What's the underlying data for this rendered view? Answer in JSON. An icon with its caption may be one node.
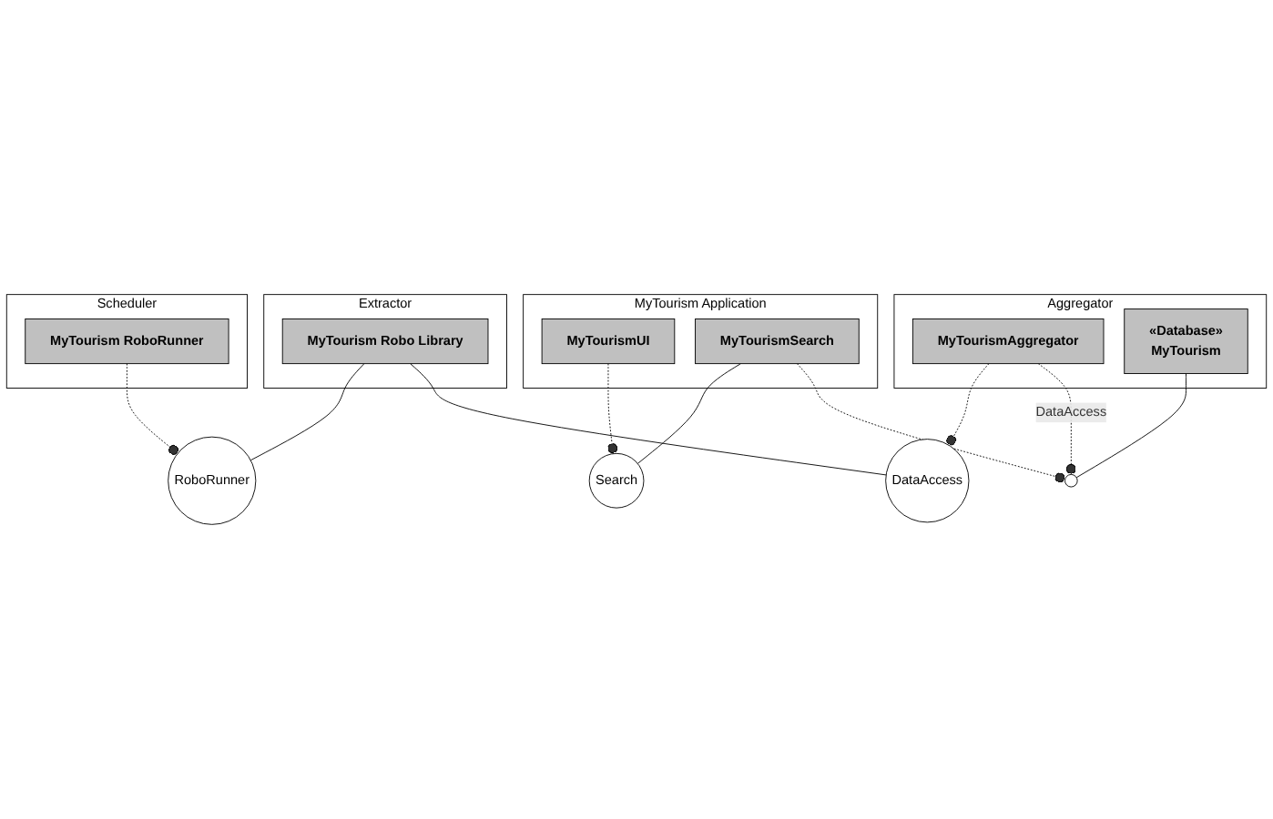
{
  "diagram": {
    "nodes": [
      {
        "text": [
          "Scheduler"
        ]
      },
      {
        "text": [
          "MyTourism RoboRunner"
        ],
        "in": 0
      },
      {
        "text": [
          "MyTourism Application"
        ]
      },
      {
        "text": [
          "MyTourismUI"
        ],
        "in": 2
      },
      {
        "text": [
          "MyTourismSearch"
        ],
        "in": 2
      },
      {
        "text": [
          "Extractor"
        ]
      },
      {
        "text": [
          "MyTourism Robo Library"
        ],
        "in": 5
      },
      {
        "text": [
          "Aggregator"
        ]
      },
      {
        "text": [
          "MyTourismAggregator"
        ],
        "in": 7
      },
      {
        "text": [
          "«Database»",
          "MyTourism"
        ],
        "in": 7
      },
      {
        "text": [
          "RoboRunner"
        ]
      },
      {
        "text": [
          "DataAccess"
        ]
      },
      {
        "text": [
          "Search"
        ]
      },
      {
        "text": [],
        "shape": "circle"
      }
    ],
    "edges": [
      {
        "from": 6,
        "to": 10,
        "arrow": "none"
      },
      {
        "from": 1,
        "to": 10,
        "arrow": "other",
        "style": "dashed"
      },
      {
        "from": 6,
        "to": 11,
        "arrow": "none"
      },
      {
        "from": 8,
        "to": 11,
        "arrow": "other",
        "style": "dashed"
      },
      {
        "from": 4,
        "to": 12,
        "arrow": "none"
      },
      {
        "from": 3,
        "to": 12,
        "arrow": "other",
        "style": "dashed"
      },
      {
        "from": 9,
        "to": 13,
        "arrow": "none"
      },
      {
        "from": 8,
        "to": 13,
        "label": "DataAccess",
        "arrow": "other",
        "style": "dashed"
      },
      {
        "from": 4,
        "to": 13,
        "arrow": "other",
        "style": "dashed"
      }
    ]
  }
}
